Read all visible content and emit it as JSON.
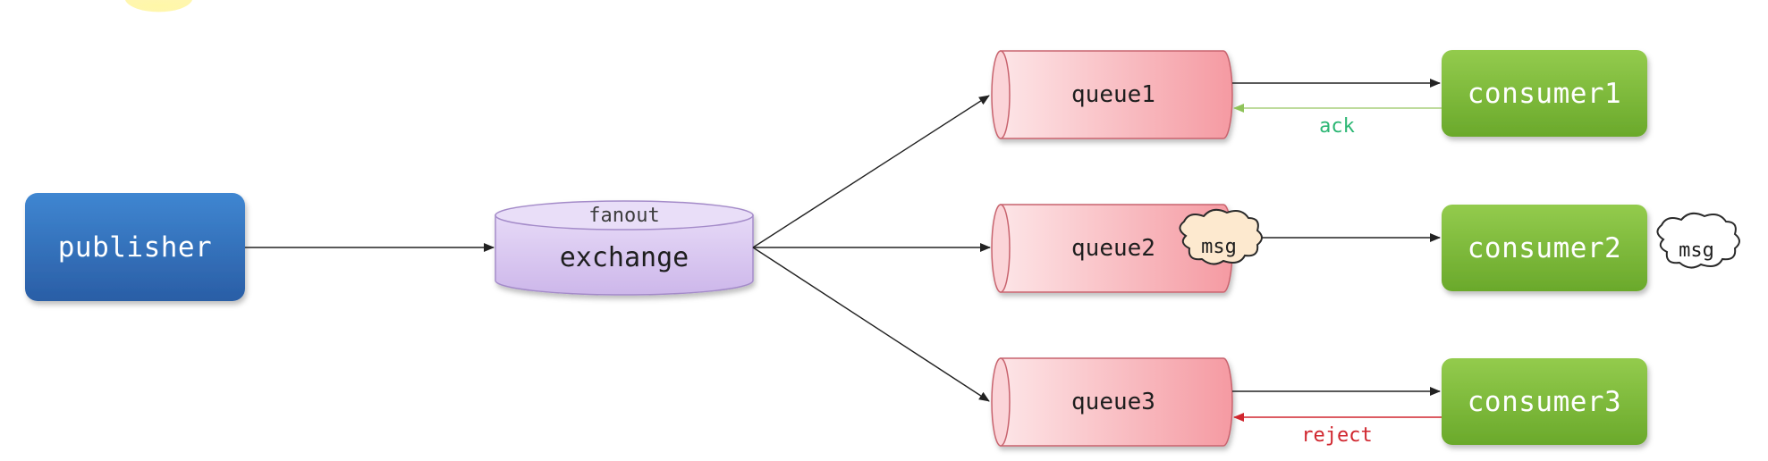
{
  "publisher": {
    "label": "publisher"
  },
  "exchange": {
    "type": "fanout",
    "label": "exchange"
  },
  "queues": [
    {
      "label": "queue1"
    },
    {
      "label": "queue2",
      "message": "msg"
    },
    {
      "label": "queue3"
    }
  ],
  "consumers": [
    {
      "label": "consumer1",
      "reply": "ack"
    },
    {
      "label": "consumer2",
      "message": "msg"
    },
    {
      "label": "consumer3",
      "reply": "reject"
    }
  ],
  "colors": {
    "publisher": "#2f6db3",
    "exchange": "#dccaf0",
    "queue": "#f7b0b6",
    "consumer": "#7fbe3a",
    "ack": "#2bb673",
    "reject": "#d0262e",
    "edge": "#222222",
    "message_cloud": "#fde9cf"
  }
}
